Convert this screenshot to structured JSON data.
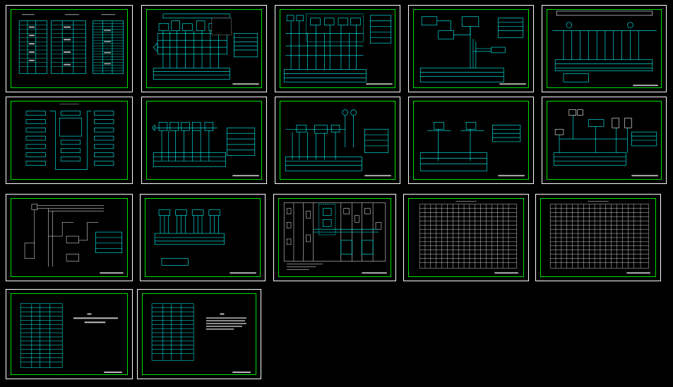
{
  "canvas": {
    "background": "#000000",
    "frame_color": "#ffffff",
    "border_color": "#00e000",
    "line_color": "#00ffff"
  },
  "sheets": [
    {
      "id": "s1",
      "kind": "legend-tables"
    },
    {
      "id": "s2",
      "kind": "schematic"
    },
    {
      "id": "s3",
      "kind": "schematic"
    },
    {
      "id": "s4",
      "kind": "block-diagram"
    },
    {
      "id": "s5",
      "kind": "busbar-diagram"
    },
    {
      "id": "s6",
      "kind": "flowchart"
    },
    {
      "id": "s7",
      "kind": "schematic"
    },
    {
      "id": "s8",
      "kind": "schematic"
    },
    {
      "id": "s9",
      "kind": "schematic"
    },
    {
      "id": "s10",
      "kind": "equipment-diagram"
    },
    {
      "id": "s11",
      "kind": "wiring-diagram"
    },
    {
      "id": "s12",
      "kind": "terminal-diagram"
    },
    {
      "id": "s13",
      "kind": "cabinet-layout"
    },
    {
      "id": "s14",
      "kind": "table-sheet"
    },
    {
      "id": "s15",
      "kind": "table-sheet"
    },
    {
      "id": "s16",
      "kind": "table-notes"
    },
    {
      "id": "s17",
      "kind": "table-notes"
    }
  ]
}
